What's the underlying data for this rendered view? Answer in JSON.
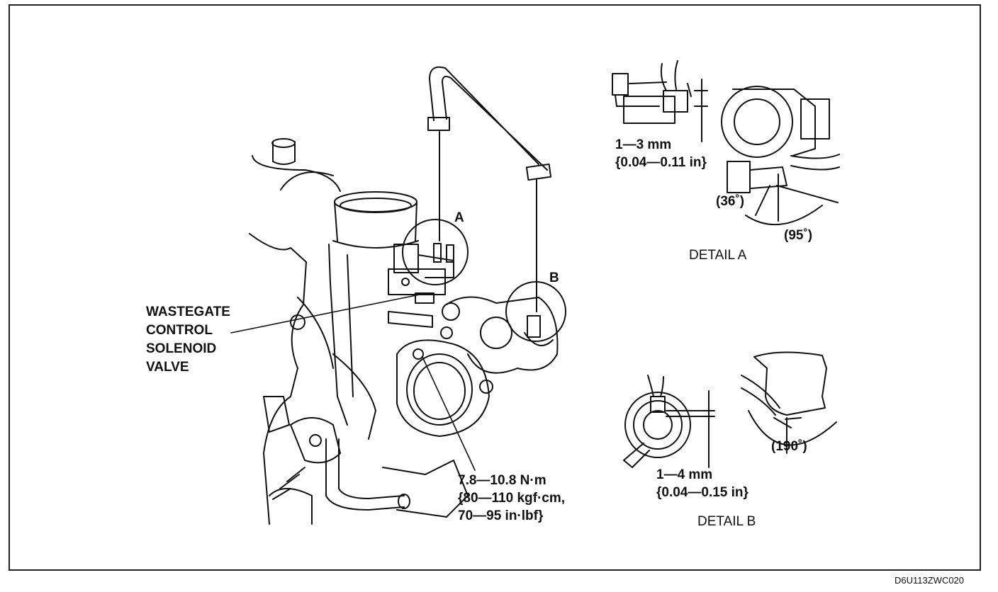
{
  "labels": {
    "callout_a": "A",
    "callout_b": "B",
    "solenoid_line1": "WASTEGATE",
    "solenoid_line2": "CONTROL",
    "solenoid_line3": "SOLENOID",
    "solenoid_line4": "VALVE",
    "torque_line1": "7.8—10.8 N·m",
    "torque_line2": "{80—110 kgf·cm,",
    "torque_line3": "70—95 in·lbf}",
    "detail_a_gap_line1": "1—3 mm",
    "detail_a_gap_line2": "{0.04—0.11 in}",
    "detail_a_angle1": "(36˚)",
    "detail_a_angle2": "(95˚)",
    "detail_a_title": "DETAIL A",
    "detail_b_gap_line1": "1—4 mm",
    "detail_b_gap_line2": "{0.04—0.15 in}",
    "detail_b_angle": "(190˚)",
    "detail_b_title": "DETAIL B",
    "figure_code": "D6U113ZWC020"
  },
  "colors": {
    "ink": "#111111",
    "background": "#ffffff"
  }
}
